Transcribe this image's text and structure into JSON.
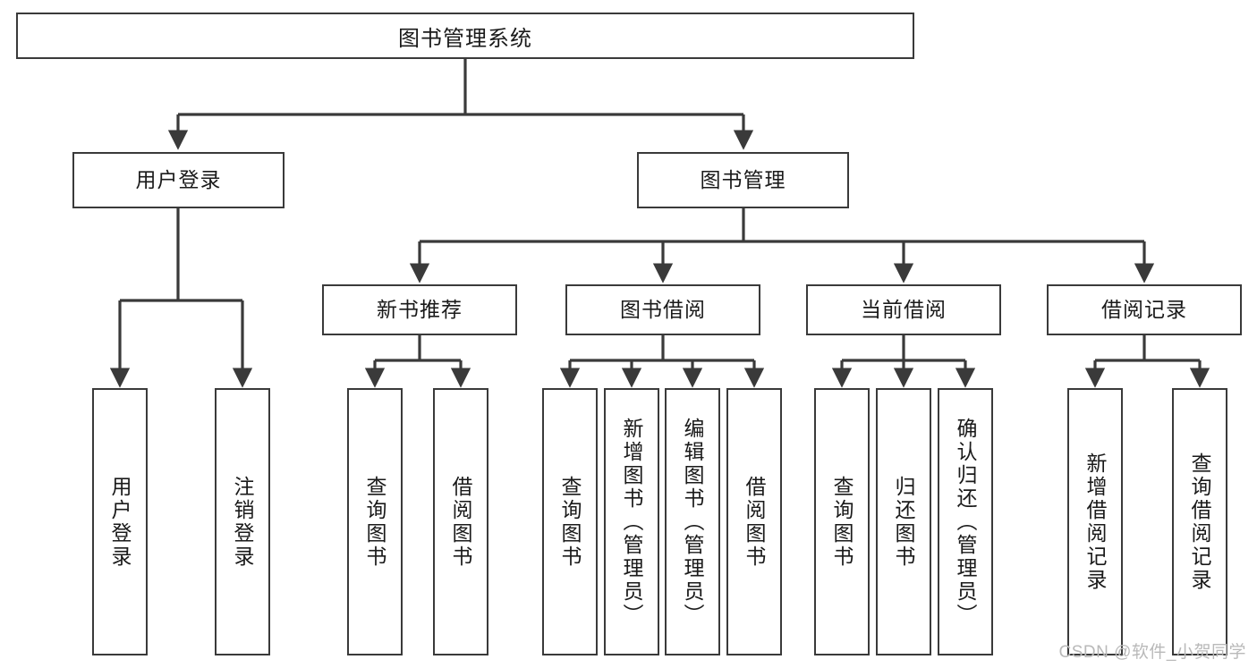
{
  "diagram": {
    "title": "图书管理系统",
    "type": "function-structure-tree",
    "watermark": "CSDN @软件_小贺同学",
    "colors": {
      "box_border": "#3a3a3a",
      "box_fill": "#ffffff",
      "connector": "#3a3a3a",
      "text": "#1a1a1a",
      "watermark": "#b9b9b9",
      "background": "#ffffff"
    },
    "root": {
      "label": "图书管理系统"
    },
    "level2": [
      {
        "label": "用户登录"
      },
      {
        "label": "图书管理"
      }
    ],
    "level3": [
      {
        "label": "新书推荐"
      },
      {
        "label": "图书借阅"
      },
      {
        "label": "当前借阅"
      },
      {
        "label": "借阅记录"
      }
    ],
    "leaves": {
      "user_login": [
        {
          "label": "用户登录"
        },
        {
          "label": "注销登录"
        }
      ],
      "new_book_recommend": [
        {
          "label": "查询图书"
        },
        {
          "label": "借阅图书"
        }
      ],
      "book_borrow": [
        {
          "label": "查询图书"
        },
        {
          "label": "新增图书（管理员）"
        },
        {
          "label": "编辑图书（管理员）"
        },
        {
          "label": "借阅图书"
        }
      ],
      "current_borrow": [
        {
          "label": "查询图书"
        },
        {
          "label": "归还图书"
        },
        {
          "label": "确认归还（管理员）"
        }
      ],
      "borrow_record": [
        {
          "label": "新增借阅记录"
        },
        {
          "label": "查询借阅记录"
        }
      ]
    }
  }
}
